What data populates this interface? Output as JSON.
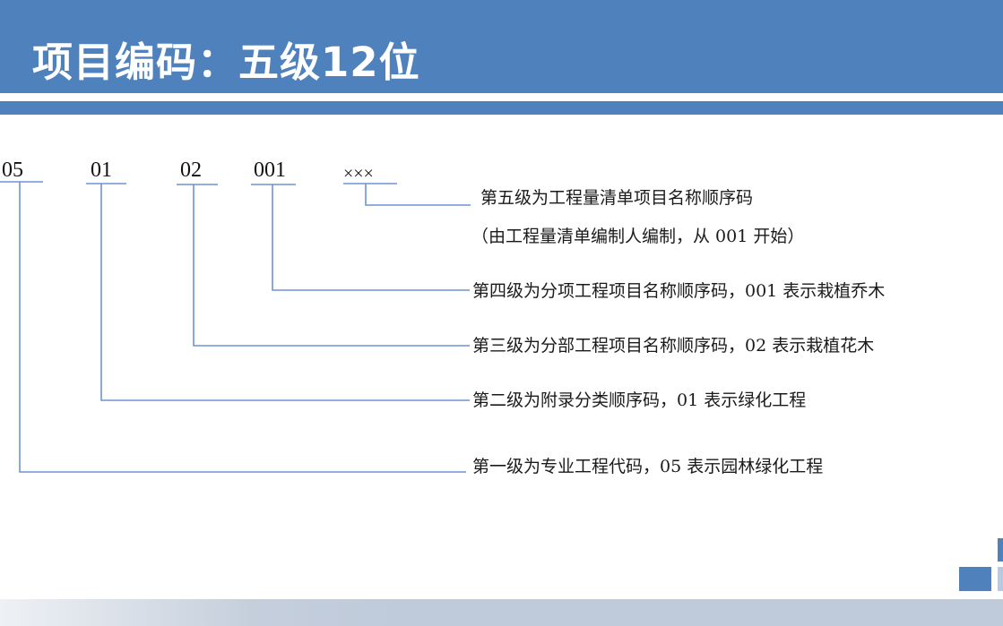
{
  "header": {
    "title": "项目编码：五级12位",
    "colors": {
      "banner": "#4f81bd",
      "text": "#ffffff"
    }
  },
  "code": {
    "segments": [
      {
        "id": "level1",
        "value": "05"
      },
      {
        "id": "level2",
        "value": "01"
      },
      {
        "id": "level3",
        "value": "02"
      },
      {
        "id": "level4",
        "value": "001"
      },
      {
        "id": "level5",
        "value": "×××"
      }
    ]
  },
  "descriptions": {
    "level5": "第五级为工程量清单项目名称顺序码",
    "level5_note": "（由工程量清单编制人编制，从 001 开始）",
    "level4": "第四级为分项工程项目名称顺序码，001 表示栽植乔木",
    "level3": "第三级为分部工程项目名称顺序码，02 表示栽植花木",
    "level2": "第二级为附录分类顺序码，01 表示绿化工程",
    "level1": "第一级为专业工程代码，05 表示园林绿化工程"
  },
  "style": {
    "connector_color": "#6f93cf",
    "accent_square": "#4f81bd",
    "accent_square_light": "#b8c9e3",
    "footer_band": "#bfcadb"
  }
}
